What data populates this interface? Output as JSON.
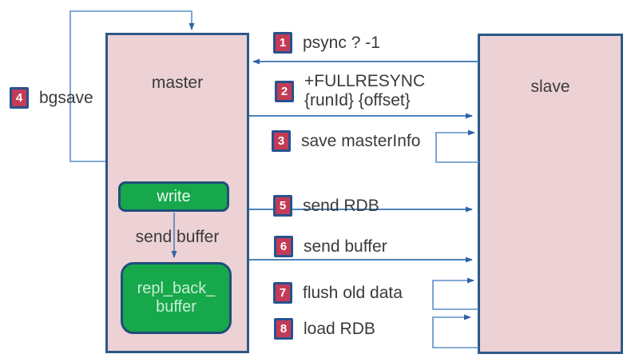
{
  "nodes": {
    "master": "master",
    "slave": "slave",
    "write": "write",
    "repl_buffer_line1": "repl_back_",
    "repl_buffer_line2": "buffer",
    "send_buffer": "send buffer"
  },
  "steps": [
    {
      "num": "1",
      "label": "psync ? -1"
    },
    {
      "num": "2",
      "label": "+FULLRESYNC",
      "label2": "{runId} {offset}"
    },
    {
      "num": "3",
      "label": "save masterInfo"
    },
    {
      "num": "4",
      "label": "bgsave"
    },
    {
      "num": "5",
      "label": "send RDB"
    },
    {
      "num": "6",
      "label": "send buffer"
    },
    {
      "num": "7",
      "label": "flush old data"
    },
    {
      "num": "8",
      "label": "load RDB"
    }
  ],
  "colors": {
    "node_fill": "#ecd1d5",
    "node_border": "#2d5986",
    "green_fill": "#17a84b",
    "green_border": "#1f4e79",
    "badge_fill": "#c43b55",
    "badge_border": "#27528e",
    "arrow_line": "#4d83bb",
    "arrow_head": "#2f63a7",
    "text": "#3a3a3a"
  }
}
